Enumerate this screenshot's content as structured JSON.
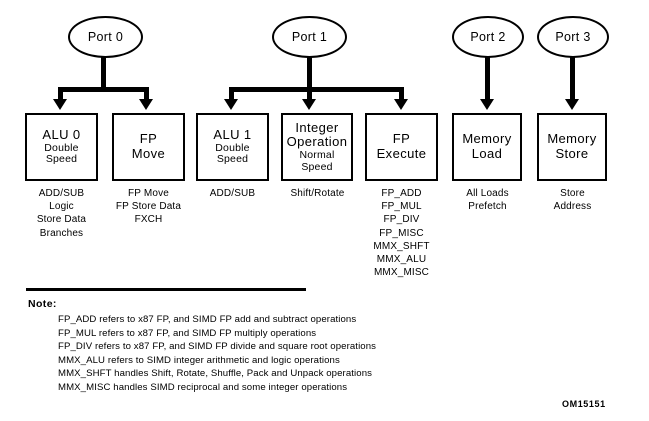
{
  "diagram": {
    "doc_id": "OM15151",
    "ports": [
      {
        "label": "Port 0"
      },
      {
        "label": "Port 1"
      },
      {
        "label": "Port 2"
      },
      {
        "label": "Port 3"
      }
    ],
    "units": [
      {
        "name_lines_large": [
          "ALU 0"
        ],
        "name_lines_small": [
          "Double",
          "Speed"
        ],
        "operations": [
          "ADD/SUB",
          "Logic",
          "Store Data",
          "Branches"
        ]
      },
      {
        "name_lines_large": [
          "FP",
          "Move"
        ],
        "name_lines_small": [],
        "operations": [
          "FP Move",
          "FP Store Data",
          "FXCH"
        ]
      },
      {
        "name_lines_large": [
          "ALU 1"
        ],
        "name_lines_small": [
          "Double",
          "Speed"
        ],
        "operations": [
          "ADD/SUB"
        ]
      },
      {
        "name_lines_large": [
          "Integer",
          "Operation"
        ],
        "name_lines_small": [
          "Normal",
          "Speed"
        ],
        "operations": [
          "Shift/Rotate"
        ]
      },
      {
        "name_lines_large": [
          "FP",
          "Execute"
        ],
        "name_lines_small": [],
        "operations": [
          "FP_ADD",
          "FP_MUL",
          "FP_DIV",
          "FP_MISC",
          "MMX_SHFT",
          "MMX_ALU",
          "MMX_MISC"
        ]
      },
      {
        "name_lines_large": [
          "Memory",
          "Load"
        ],
        "name_lines_small": [],
        "operations": [
          "All Loads",
          "Prefetch"
        ]
      },
      {
        "name_lines_large": [
          "Memory",
          "Store"
        ],
        "name_lines_small": [],
        "operations": [
          "Store",
          "Address"
        ]
      }
    ],
    "note": {
      "title": "Note:",
      "lines": [
        "FP_ADD refers to x87 FP, and SIMD FP add and subtract operations",
        "FP_MUL refers to x87 FP, and SIMD FP multiply operations",
        "FP_DIV refers to x87 FP, and SIMD FP divide and square root operations",
        "MMX_ALU refers to SIMD integer arithmetic and logic operations",
        "MMX_SHFT handles Shift, Rotate, Shuffle, Pack and Unpack operations",
        "MMX_MISC handles SIMD reciprocal and some integer operations"
      ]
    },
    "colors": {
      "stroke": "#000000",
      "background": "#ffffff"
    }
  }
}
